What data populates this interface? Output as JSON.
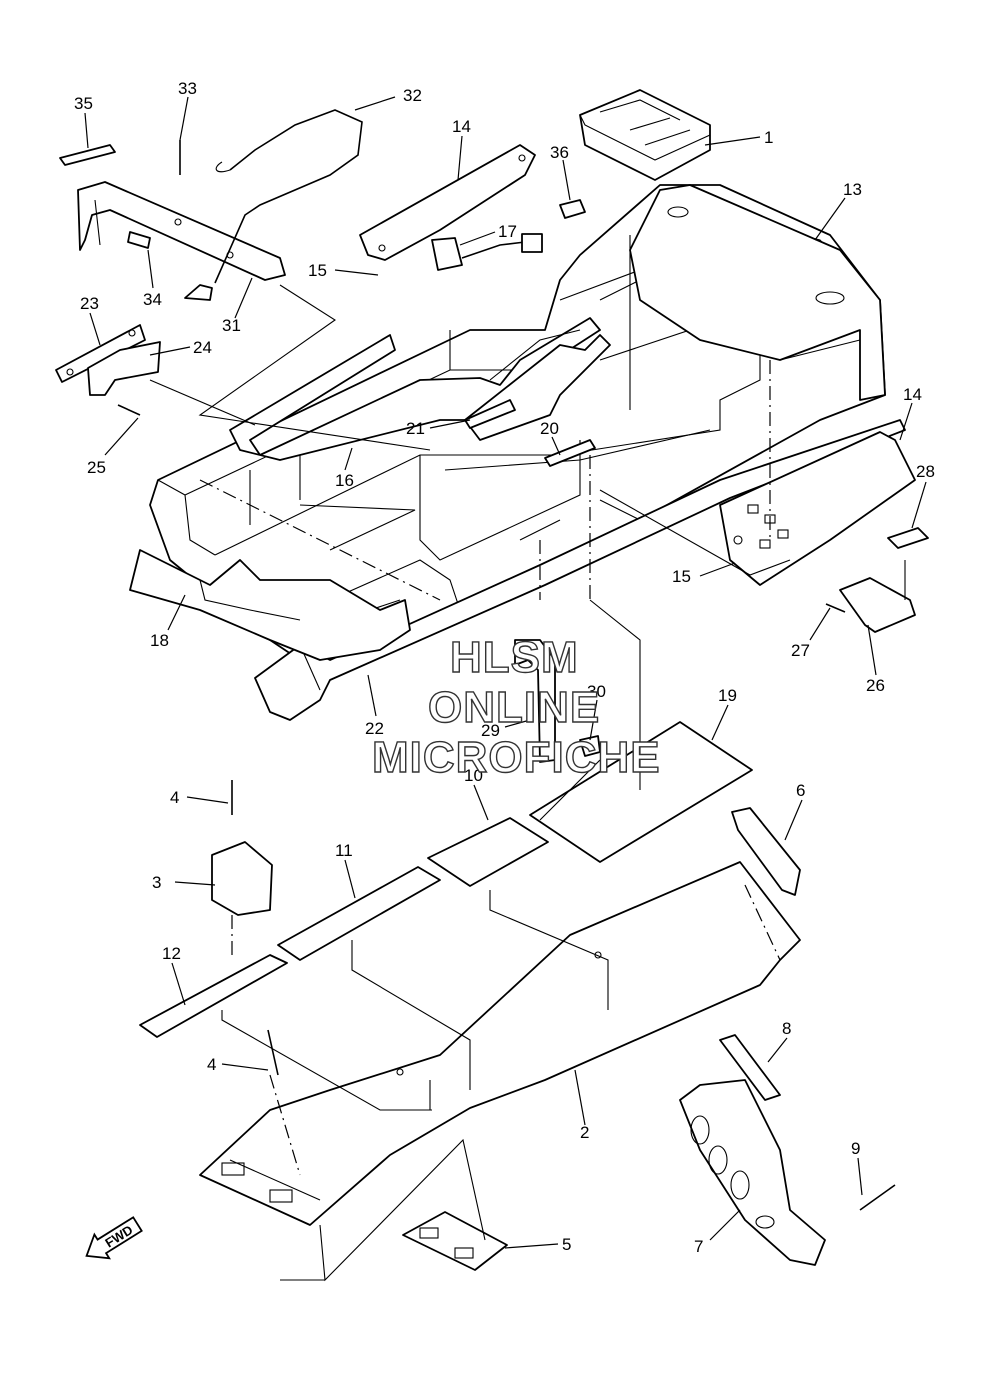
{
  "watermark": {
    "line1": "HLSM",
    "line2": "ONLINE",
    "line3": "MICROFICHE"
  },
  "direction_arrow": {
    "label": "FWD",
    "icon": "fwd-arrow-icon"
  },
  "callouts": [
    {
      "id": "c1",
      "number": "1"
    },
    {
      "id": "c2",
      "number": "2"
    },
    {
      "id": "c3",
      "number": "3"
    },
    {
      "id": "c4a",
      "number": "4"
    },
    {
      "id": "c4b",
      "number": "4"
    },
    {
      "id": "c5",
      "number": "5"
    },
    {
      "id": "c6",
      "number": "6"
    },
    {
      "id": "c7",
      "number": "7"
    },
    {
      "id": "c8",
      "number": "8"
    },
    {
      "id": "c9",
      "number": "9"
    },
    {
      "id": "c10",
      "number": "10"
    },
    {
      "id": "c11",
      "number": "11"
    },
    {
      "id": "c12",
      "number": "12"
    },
    {
      "id": "c13",
      "number": "13"
    },
    {
      "id": "c14a",
      "number": "14"
    },
    {
      "id": "c14b",
      "number": "14"
    },
    {
      "id": "c15a",
      "number": "15"
    },
    {
      "id": "c15b",
      "number": "15"
    },
    {
      "id": "c16",
      "number": "16"
    },
    {
      "id": "c17",
      "number": "17"
    },
    {
      "id": "c18",
      "number": "18"
    },
    {
      "id": "c19",
      "number": "19"
    },
    {
      "id": "c20",
      "number": "20"
    },
    {
      "id": "c21",
      "number": "21"
    },
    {
      "id": "c22",
      "number": "22"
    },
    {
      "id": "c23",
      "number": "23"
    },
    {
      "id": "c24",
      "number": "24"
    },
    {
      "id": "c25",
      "number": "25"
    },
    {
      "id": "c26",
      "number": "26"
    },
    {
      "id": "c27",
      "number": "27"
    },
    {
      "id": "c28",
      "number": "28"
    },
    {
      "id": "c29",
      "number": "29"
    },
    {
      "id": "c30",
      "number": "30"
    },
    {
      "id": "c31",
      "number": "31"
    },
    {
      "id": "c32",
      "number": "32"
    },
    {
      "id": "c33",
      "number": "33"
    },
    {
      "id": "c34",
      "number": "34"
    },
    {
      "id": "c35",
      "number": "35"
    },
    {
      "id": "c36",
      "number": "36"
    }
  ]
}
